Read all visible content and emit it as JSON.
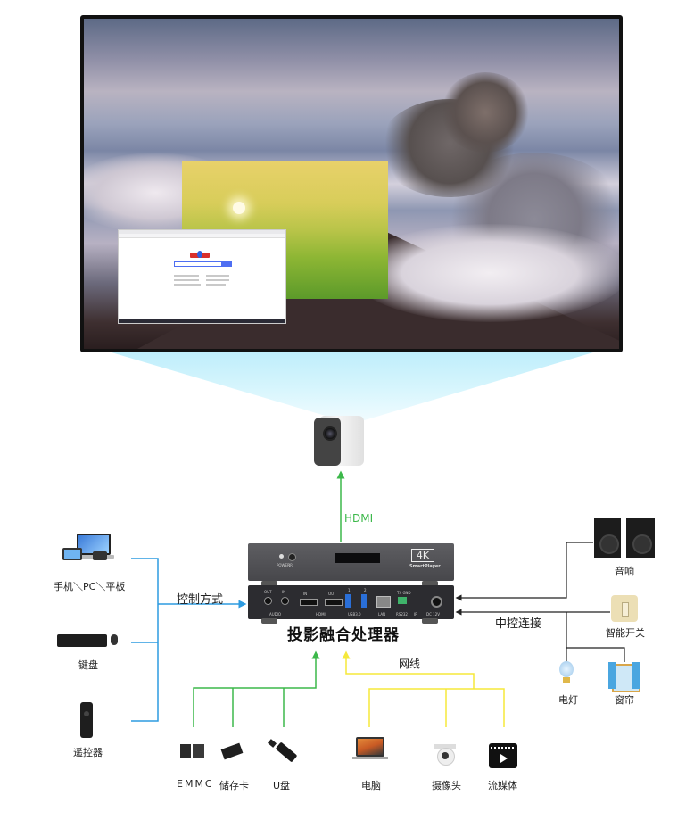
{
  "screen": {
    "wallpaper": "volcano-eruption-above-clouds",
    "windows": [
      {
        "type": "image-window",
        "content": "wheat-field-sunrise"
      },
      {
        "type": "browser-window",
        "content": "search-homepage"
      }
    ]
  },
  "projector": {
    "name": "projector",
    "icon": "projector-icon"
  },
  "hdmi_label": "HDMI",
  "device": {
    "title": "投影融合处理器",
    "badge_4k": "4K",
    "badge_brand": "SmartPlayer",
    "front_labels": {
      "power": "POWER",
      "ir": "IR"
    },
    "back_labels": {
      "audio": "AUDIO",
      "audio_out": "OUT",
      "audio_in": "IN",
      "hdmi": "HDMI",
      "hdmi_in": "IN",
      "hdmi_out": "OUT",
      "usb": "USB3.0",
      "usb_1": "1",
      "usb_2": "2",
      "lan": "LAN",
      "rs232": "RS232",
      "ir": "IR",
      "dc": "DC 12V",
      "txgnd": "TX GND"
    }
  },
  "control": {
    "label": "控制方式",
    "color": "#2d9be0",
    "items": [
      {
        "label": "手机＼PC＼平板",
        "icon": "laptop-tablet-phone-icon"
      },
      {
        "label": "键盘",
        "icon": "keyboard-mouse-icon"
      },
      {
        "label": "遥控器",
        "icon": "remote-control-icon"
      }
    ]
  },
  "central_control": {
    "label": "中控连接",
    "color": "#222222",
    "items": [
      {
        "label": "音响",
        "icon": "speaker-icon"
      },
      {
        "label": "智能开关",
        "icon": "smart-switch-icon"
      },
      {
        "label": "电灯",
        "icon": "light-bulb-icon"
      },
      {
        "label": "窗帘",
        "icon": "curtain-window-icon"
      }
    ]
  },
  "storage": {
    "color": "#3cb84a",
    "items": [
      {
        "label": "EMMC",
        "icon": "emmc-chip-icon"
      },
      {
        "label": "储存卡",
        "icon": "memory-card-icon"
      },
      {
        "label": "U盘",
        "icon": "usb-drive-icon"
      }
    ]
  },
  "network": {
    "label": "网线",
    "color": "#f5e83a",
    "items": [
      {
        "label": "电脑",
        "icon": "laptop-icon"
      },
      {
        "label": "摄像头",
        "icon": "camera-icon"
      },
      {
        "label": "流媒体",
        "icon": "streaming-media-icon"
      }
    ]
  }
}
